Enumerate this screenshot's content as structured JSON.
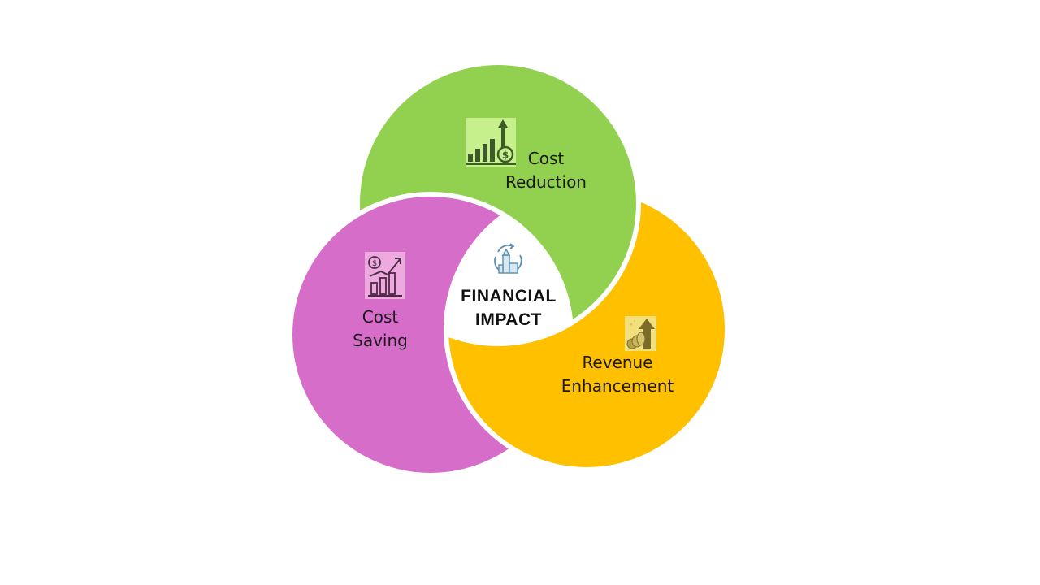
{
  "diagram": {
    "center": {
      "line1": "FINANCIAL",
      "line2": "IMPACT",
      "icon": "city-cycle-icon"
    },
    "segments": [
      {
        "id": "cost-reduction",
        "line1": "Cost",
        "line2": "Reduction",
        "color": "#92d050",
        "icon": "chart-dollar-growth-icon",
        "icon_bg": "#c6f08c"
      },
      {
        "id": "cost-saving",
        "line1": "Cost",
        "line2": "Saving",
        "color": "#d56dc9",
        "icon": "dollar-chart-trend-icon",
        "icon_bg": "#eeaade"
      },
      {
        "id": "revenue-enhancement",
        "line1": "Revenue",
        "line2": "Enhancement",
        "color": "#ffc000",
        "icon": "coins-arrow-up-icon",
        "icon_bg": "#f2e07c"
      }
    ]
  }
}
